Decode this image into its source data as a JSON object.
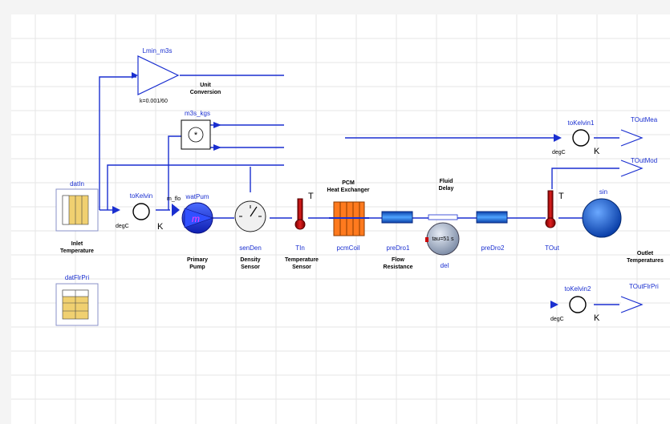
{
  "diagram": {
    "blocks": {
      "datIn": {
        "name": "datIn",
        "caption": "Inlet\nTemperature"
      },
      "datFlrPri": {
        "name": "datFlrPri"
      },
      "toKelvin": {
        "name": "toKelvin",
        "in_unit": "degC",
        "out_unit": "K"
      },
      "m_flow_label": {
        "name": "m_flo"
      },
      "gain": {
        "name": "Lmin_m3s",
        "param": "k=0.001/60",
        "caption": "Unit\nConversion"
      },
      "product": {
        "name": "m3s_kgs"
      },
      "pump": {
        "name": "watPum",
        "symbol": "m",
        "caption": "Primary\nPump"
      },
      "density": {
        "name": "senDen",
        "caption": "Density\nSensor"
      },
      "tempIn": {
        "name": "TIn",
        "symbol": "T",
        "caption": "Temperature\nSensor"
      },
      "pcm": {
        "name": "pcmCoil",
        "caption": "PCM\nHeat Exchanger"
      },
      "pipe1": {
        "name": "preDro1",
        "caption": "Flow\nResistance"
      },
      "delay": {
        "name": "del",
        "param": "tau=51 s",
        "caption": "Fluid\nDelay"
      },
      "pipe2": {
        "name": "preDro2"
      },
      "tempOut": {
        "name": "TOut",
        "symbol": "T"
      },
      "sink": {
        "name": "sin",
        "caption": "Outlet\nTemperatures"
      },
      "toKel1": {
        "name": "toKelvin1",
        "in_unit": "degC",
        "out_unit": "K"
      },
      "toKel2": {
        "name": "toKelvin2",
        "in_unit": "degC",
        "out_unit": "K"
      }
    },
    "outputs": {
      "TOutMea": "TOutMea",
      "TOutMod": "TOutMod",
      "TOutFlrPri": "TOutFlrPri"
    }
  },
  "colors": {
    "signal": "#1a2fd0",
    "fluid": "#1a2fd0",
    "pcm": "#ff7a1e",
    "grid": "#e6e6e6",
    "thermo": "#c40000"
  }
}
